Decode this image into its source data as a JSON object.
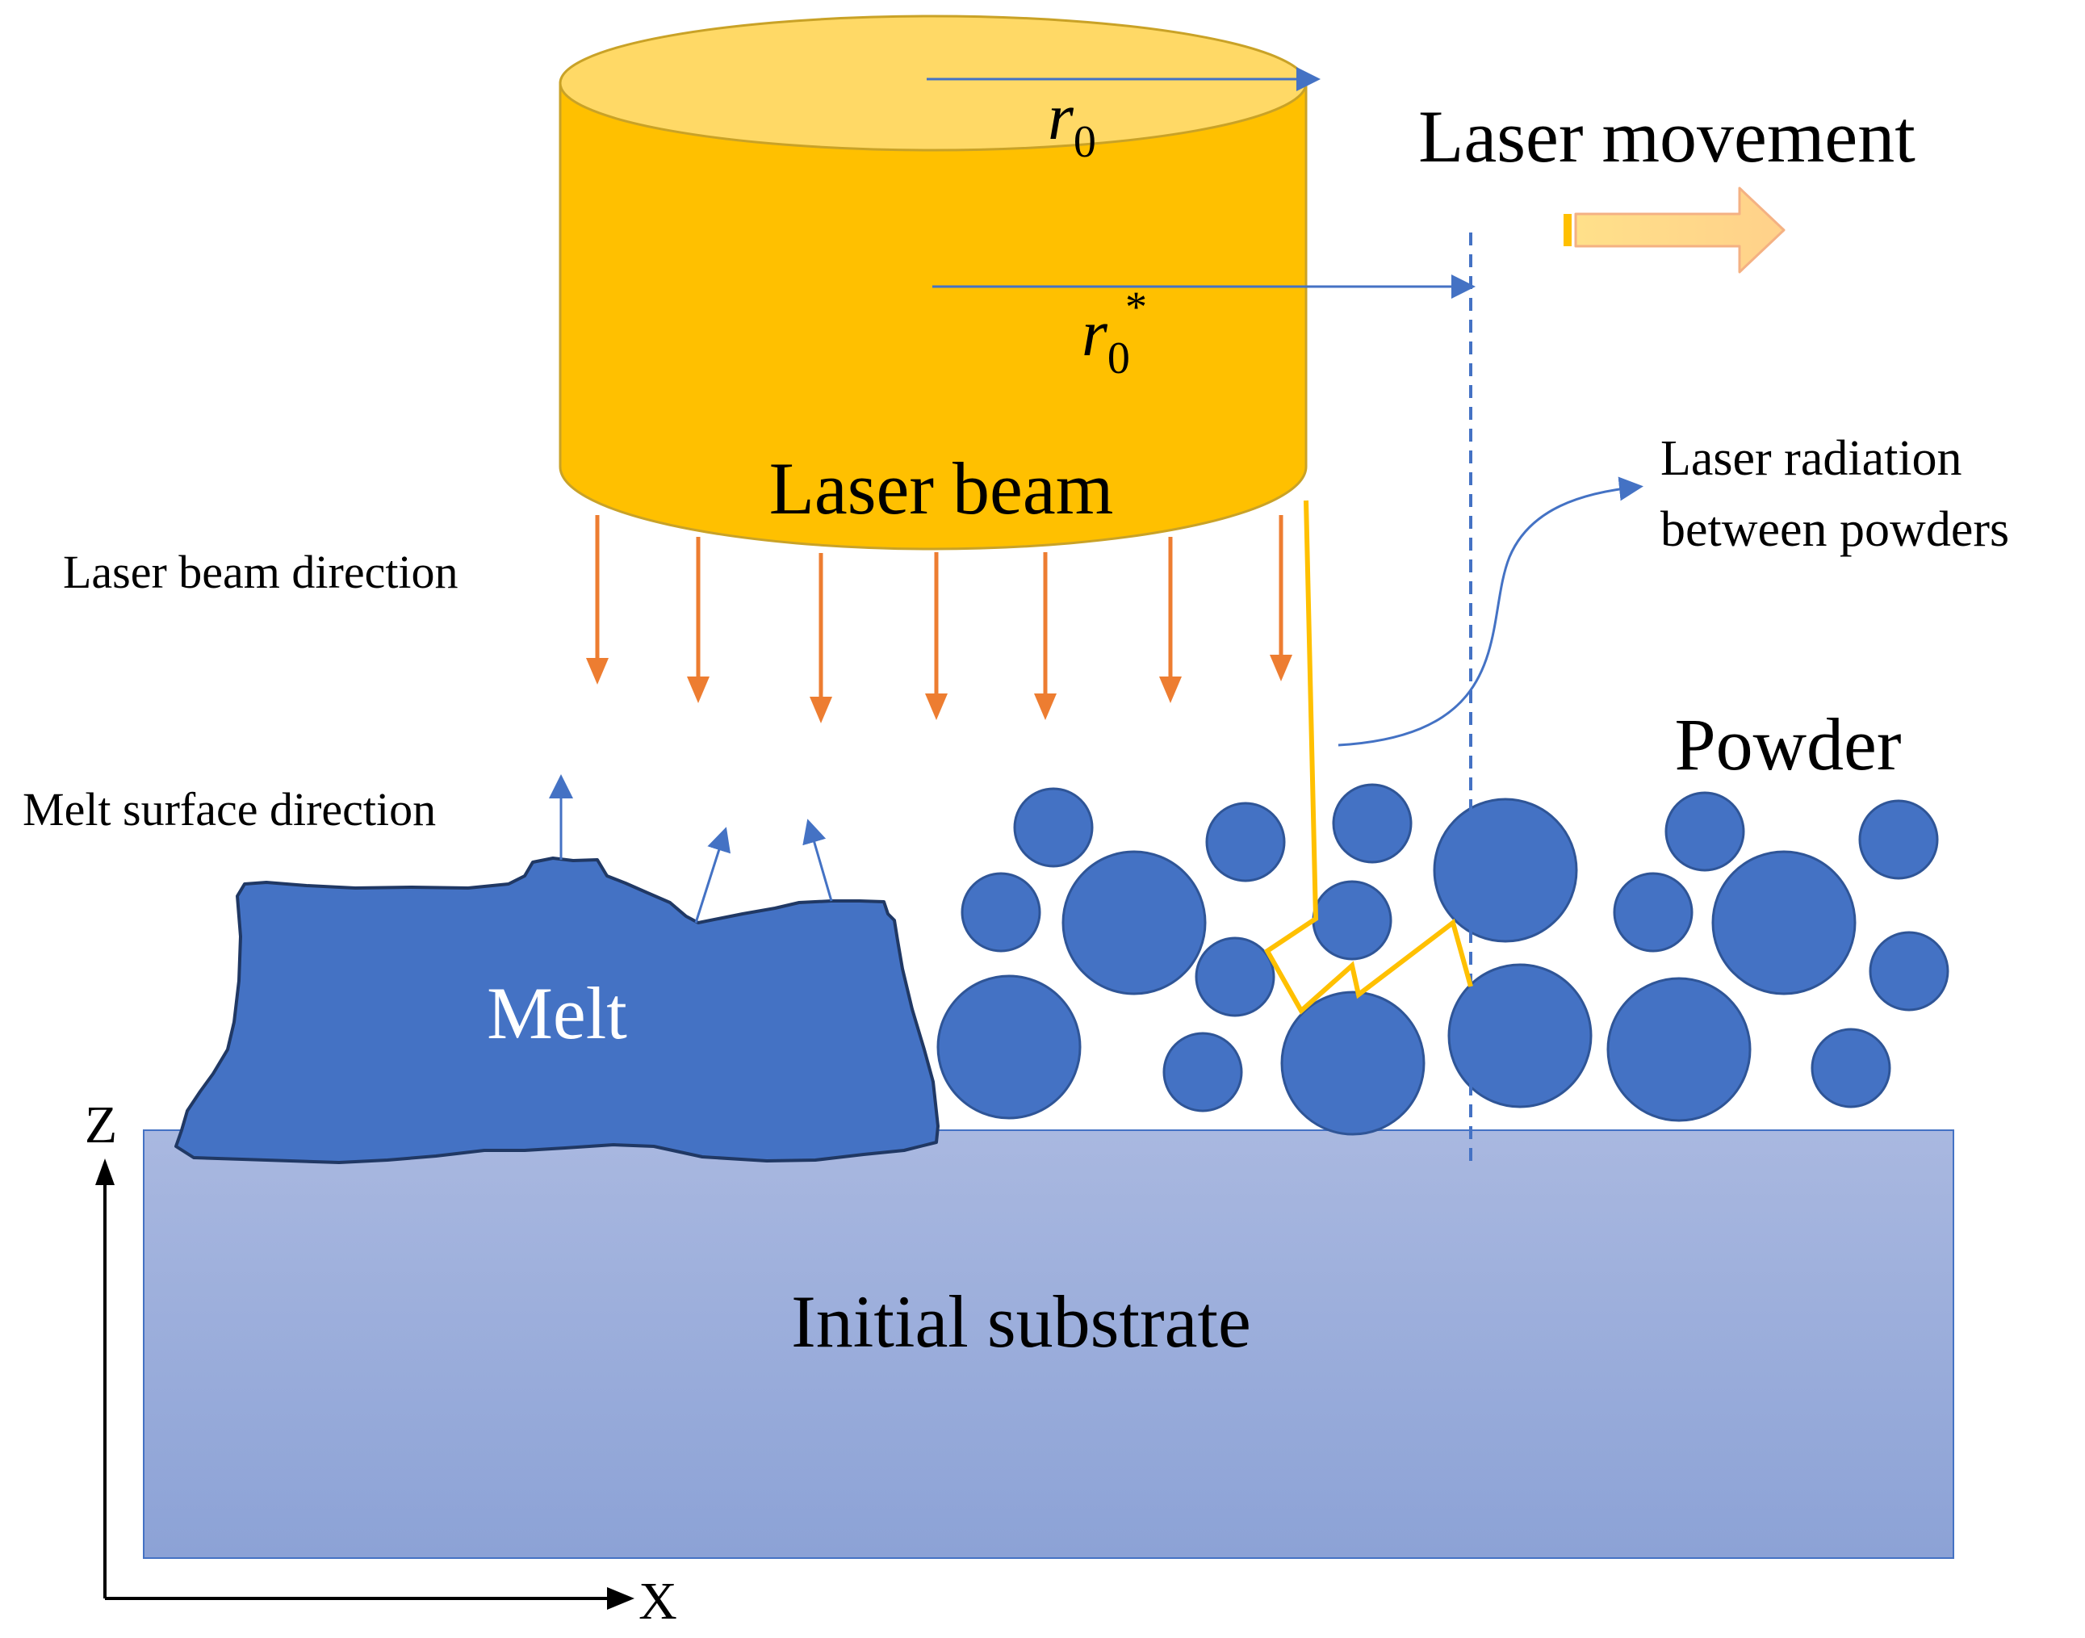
{
  "labels": {
    "r0": "r",
    "r0_sub": "0",
    "r0_star": "r",
    "r0_star_sub": "0",
    "r0_star_sup": "*",
    "laser_movement": "Laser movement",
    "laser_beam": "Laser beam",
    "laser_beam_direction": "Laser beam direction",
    "laser_radiation_line1": "Laser radiation",
    "laser_radiation_line2": "between powders",
    "powder": "Powder",
    "melt_surface_direction": "Melt surface direction",
    "melt": "Melt",
    "initial_substrate": "Initial substrate",
    "axis_z": "Z",
    "axis_x": "X"
  },
  "colors": {
    "beam_side": "#FFC000",
    "beam_top": "#FFD966",
    "beam_edge": "#C9A227",
    "beam_arrows": "#ED7D31",
    "powder": "#4472C4",
    "powder_edge": "#2F5597",
    "melt": "#4472C4",
    "melt_edge": "#203864",
    "substrate_top": "#A9B8E0",
    "substrate_bottom": "#8EA4D8",
    "blue_line": "#4472C4",
    "ray": "#FFC000",
    "movement_arrow": "#FFD580",
    "movement_arrow_edge": "#F4B183",
    "text": "#000000",
    "melt_text": "#FFFFFF"
  }
}
